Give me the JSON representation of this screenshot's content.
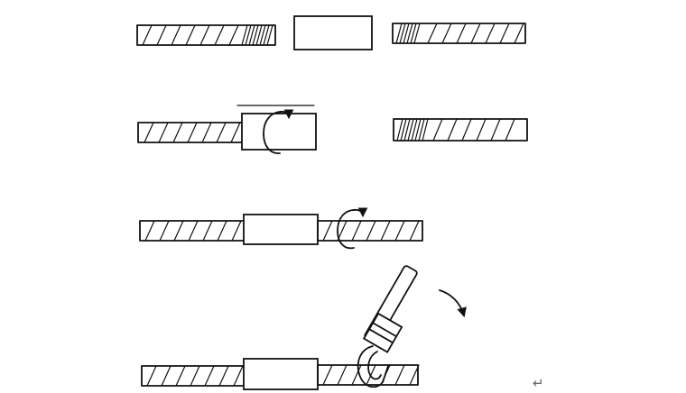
{
  "figure": {
    "steps": [
      {
        "name": "step-1-parts-separated"
      },
      {
        "name": "step-2-sleeve-screwed-on-first-bar"
      },
      {
        "name": "step-3-second-bar-screwed-in"
      },
      {
        "name": "step-4-tightened-with-wrench"
      }
    ]
  },
  "page": {
    "return_mark": "↵"
  },
  "colors": {
    "ink": "#111111",
    "background": "#ffffff",
    "return_mark": "#666666"
  },
  "icons": {
    "rotation": "rotation-arrow-icon",
    "wrench": "wrench-icon",
    "return": "paragraph-return-icon"
  }
}
